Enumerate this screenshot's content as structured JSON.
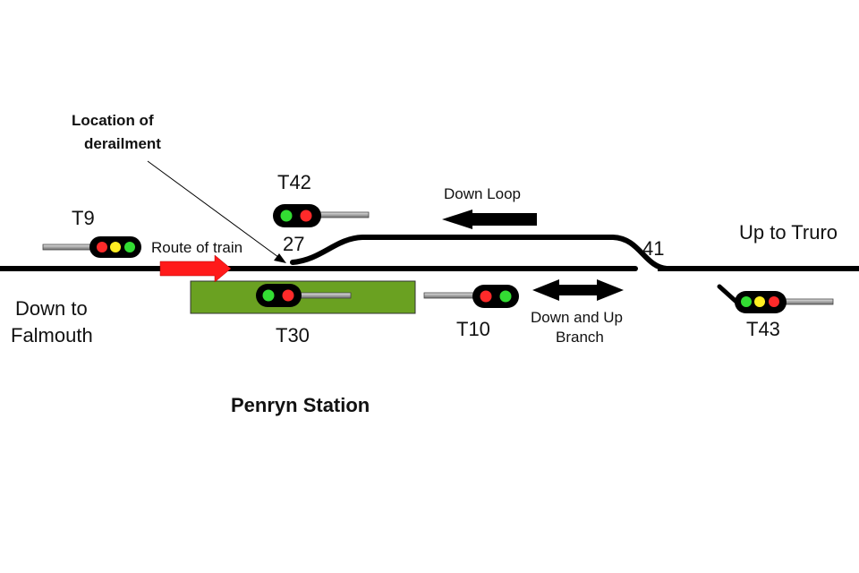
{
  "diagram": {
    "title": "Penryn Station",
    "annotation": {
      "line1": "Location of",
      "line2": "derailment"
    },
    "route_label": "Route of train",
    "points": [
      {
        "id": "points-27",
        "label": "27"
      },
      {
        "id": "points-41",
        "label": "41"
      }
    ],
    "directions": {
      "left_line1": "Down to",
      "left_line2": "Falmouth",
      "right": "Up to Truro",
      "loop": "Down Loop",
      "branch_line1": "Down and Up",
      "branch_line2": "Branch"
    },
    "signals": [
      {
        "id": "T9",
        "label": "T9",
        "aspects": [
          "red",
          "yellow",
          "green"
        ]
      },
      {
        "id": "T42",
        "label": "T42",
        "aspects": [
          "green",
          "red"
        ]
      },
      {
        "id": "T30",
        "label": "T30",
        "aspects": [
          "green",
          "red"
        ]
      },
      {
        "id": "T10",
        "label": "T10",
        "aspects": [
          "red",
          "green"
        ]
      },
      {
        "id": "T43",
        "label": "T43",
        "aspects": [
          "green",
          "yellow",
          "red"
        ]
      }
    ],
    "colors": {
      "track": "#000000",
      "platform": "#6aa121",
      "route_arrow": "#ff1a1a",
      "lamp_red": "#ff2a2a",
      "lamp_yellow": "#ffee22",
      "lamp_green": "#33dd33",
      "signal_head": "#000000",
      "signal_post": "#b8b8b8"
    }
  }
}
